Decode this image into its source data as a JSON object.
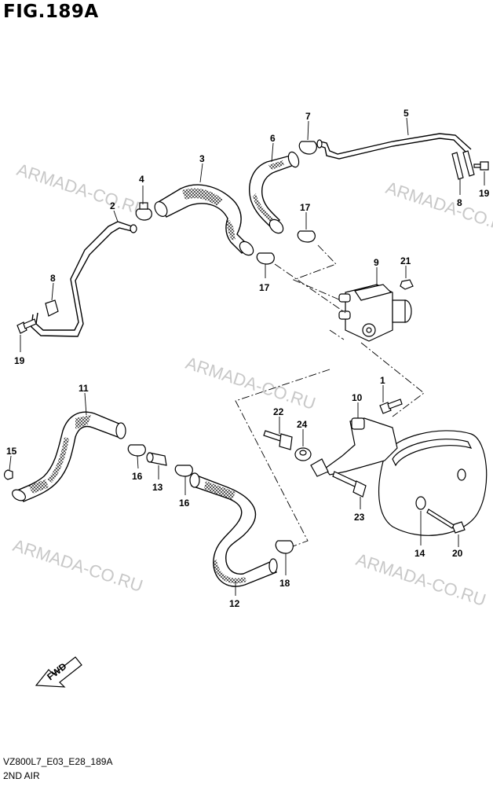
{
  "figure_title": "FIG.189A",
  "footer": {
    "code": "VZ800L7_E03_E28_189A",
    "subtitle": "2ND AIR"
  },
  "watermarks": [
    "ARMADA-CO.RU",
    "ARMADA-CO.RU",
    "ARMADA-CO.RU",
    "ARMADA-CO.RU",
    "ARMADA-CO.RU"
  ],
  "fwd_label": "FWD",
  "callouts": {
    "c1": "1",
    "c2": "2",
    "c3": "3",
    "c4": "4",
    "c5": "5",
    "c6": "6",
    "c7": "7",
    "c8a": "8",
    "c8b": "8",
    "c9": "9",
    "c10": "10",
    "c11": "11",
    "c12": "12",
    "c13": "13",
    "c14": "14",
    "c15": "15",
    "c16a": "16",
    "c16b": "16",
    "c17a": "17",
    "c17b": "17",
    "c18": "18",
    "c19a": "19",
    "c19b": "19",
    "c20": "20",
    "c21": "21",
    "c22": "22",
    "c23": "23",
    "c24": "24"
  }
}
